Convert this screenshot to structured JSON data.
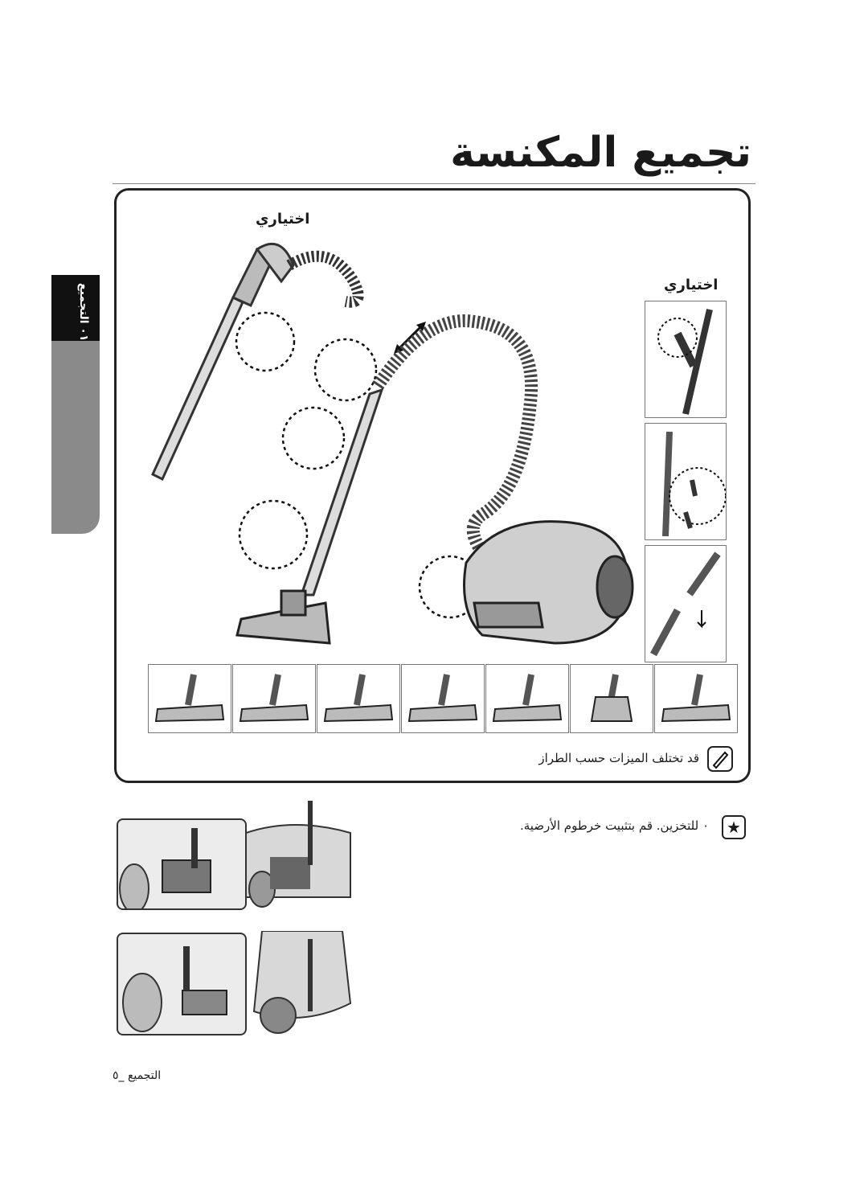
{
  "page": {
    "title": "تجميع المكنسة",
    "side_tab_label": "٠١ التجميع",
    "footer": "التجميع _٥"
  },
  "assembly": {
    "optional_label_top": "اختياري",
    "optional_label_right": "اختياري",
    "brushes_note": "قد تختلف الميزات حسب الطراز",
    "brushes": [
      {
        "name": "brush-1"
      },
      {
        "name": "brush-2"
      },
      {
        "name": "brush-3"
      },
      {
        "name": "brush-4"
      },
      {
        "name": "brush-5"
      },
      {
        "name": "brush-6"
      },
      {
        "name": "brush-7"
      }
    ]
  },
  "storage": {
    "note": "٠ للتخزين. قم بتثبيت خرطوم الأرضية."
  },
  "colors": {
    "ink": "#1a1a1a",
    "tab_black": "#111111",
    "tab_grey": "#8a8a8a"
  },
  "icons": {
    "star": "star-icon",
    "note": "note-icon"
  }
}
